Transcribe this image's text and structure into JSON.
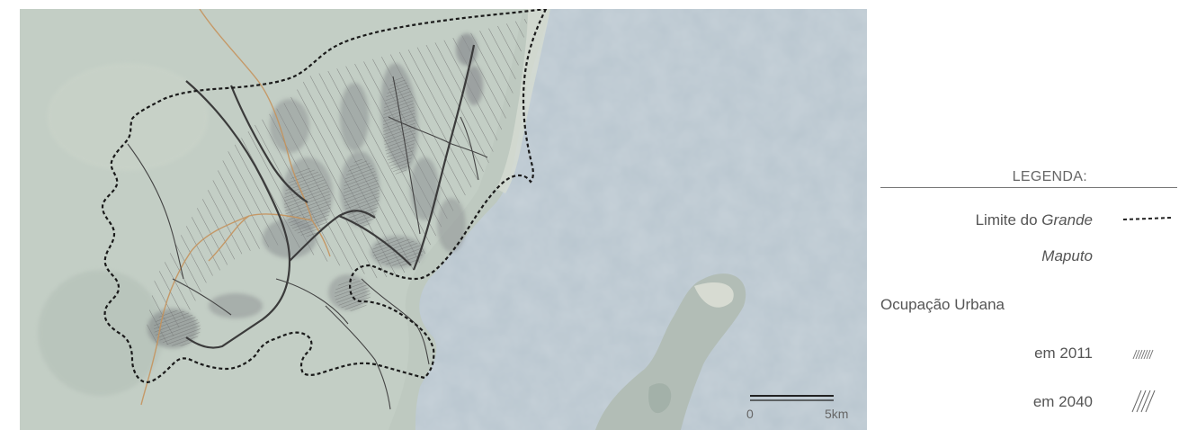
{
  "map": {
    "scale_bar": {
      "start_label": "0",
      "end_label": "5km"
    },
    "colors": {
      "sea": "#b9c6cf",
      "land": "#bec9c0",
      "road_dark": "#3b3b3b",
      "road_orange": "#c5935d",
      "boundary": "#1a1a1a",
      "hatch": "#6c6c6c",
      "urban_2011": "#8b8f91"
    }
  },
  "legend": {
    "title": "LEGENDA:",
    "limit_label_plain": "Limite do ",
    "limit_label_italic_1": "Grande",
    "limit_label_italic_2": "Maputo",
    "urban_heading": "Ocupação Urbana",
    "year_2011": "em 2011",
    "year_2040": "em 2040",
    "icons": [
      "dashed-line-icon",
      "dense-hatch-icon",
      "sparse-hatch-icon"
    ]
  }
}
